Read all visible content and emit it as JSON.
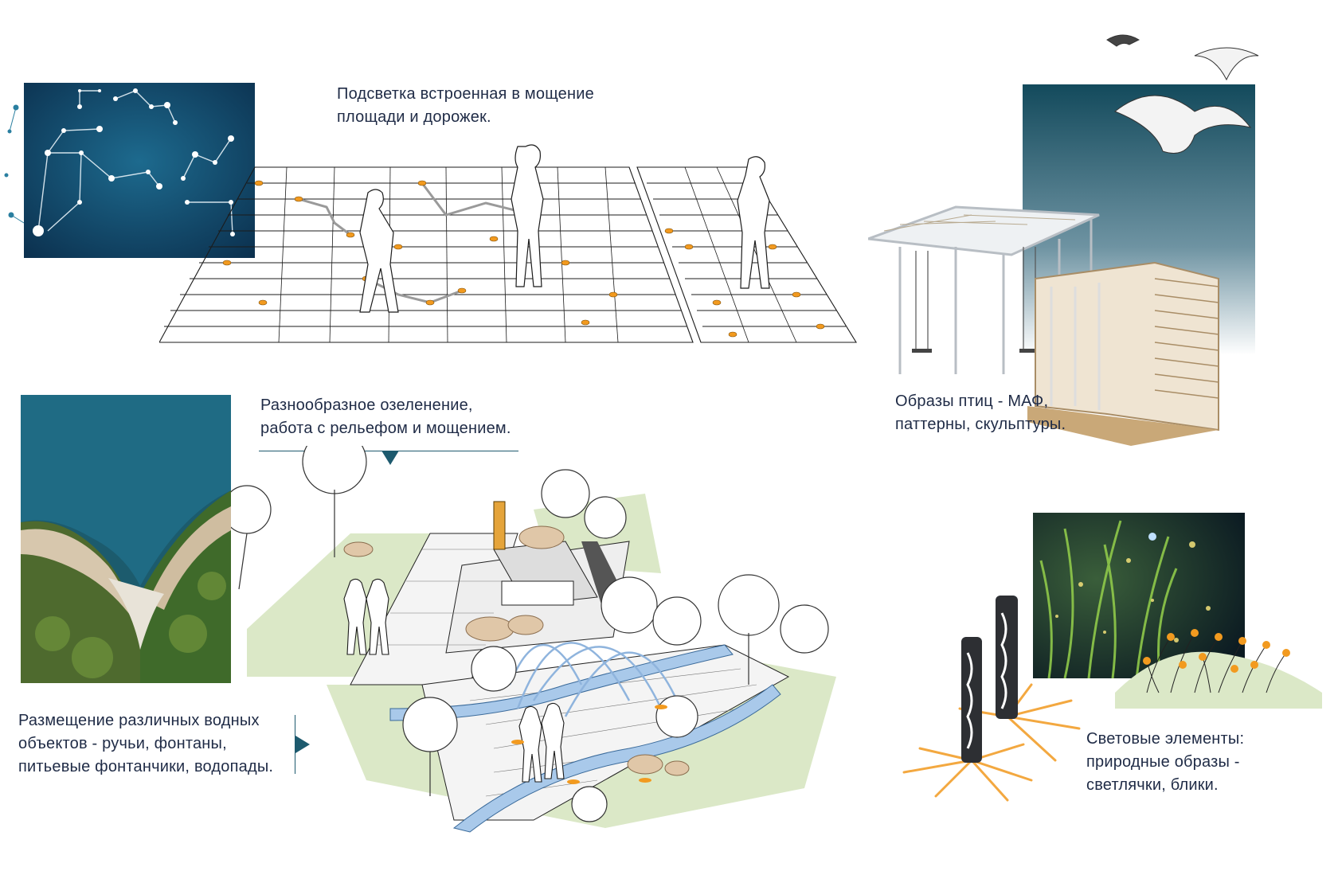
{
  "captions": {
    "lighting_paving": {
      "line1": "Подсветка встроенная в мощение",
      "line2": "площади и дорожек."
    },
    "greening": {
      "line1": "Разнообразное озеленение,",
      "line2": "работа с рельефом и мощением."
    },
    "birds": {
      "line1": "Образы птиц - МАФ,",
      "line2": "паттерны, скульптуры."
    },
    "water": {
      "line1": "Размещение различных водных",
      "line2": "объектов - ручьи, фонтаны,",
      "line3": "питьевые фонтанчики, водопады."
    },
    "light_elements": {
      "line1": "Световые элементы:",
      "line2": "природные образы -",
      "line3": "светлячки, блики."
    }
  },
  "colors": {
    "text": "#1f2b46",
    "accent_teal": "#1d5a6e",
    "night_sky": "#0f4a6a",
    "light_dot": "#f29a1f",
    "grass": "#dbe8c7",
    "water": "#a9c9ea"
  },
  "icons": {
    "greening_marker": "triangle-down-icon",
    "water_marker": "triangle-right-icon"
  }
}
